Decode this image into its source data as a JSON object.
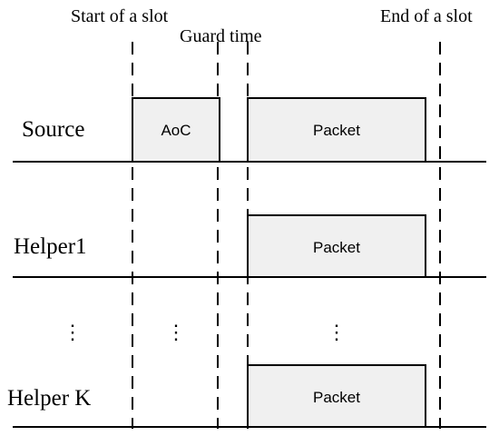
{
  "labels": {
    "start_slot": "Start of a slot",
    "end_slot": "End of a slot",
    "guard_time": "Guard time"
  },
  "rows": [
    {
      "name": "Source",
      "blocks": [
        "AoC",
        "Packet"
      ]
    },
    {
      "name": "Helper1",
      "blocks": [
        "Packet"
      ]
    },
    {
      "name": "Helper K",
      "blocks": [
        "Packet"
      ]
    }
  ],
  "ellipsis": "⋮",
  "colors": {
    "block_fill": "#f0f0f0",
    "line": "#000000"
  }
}
